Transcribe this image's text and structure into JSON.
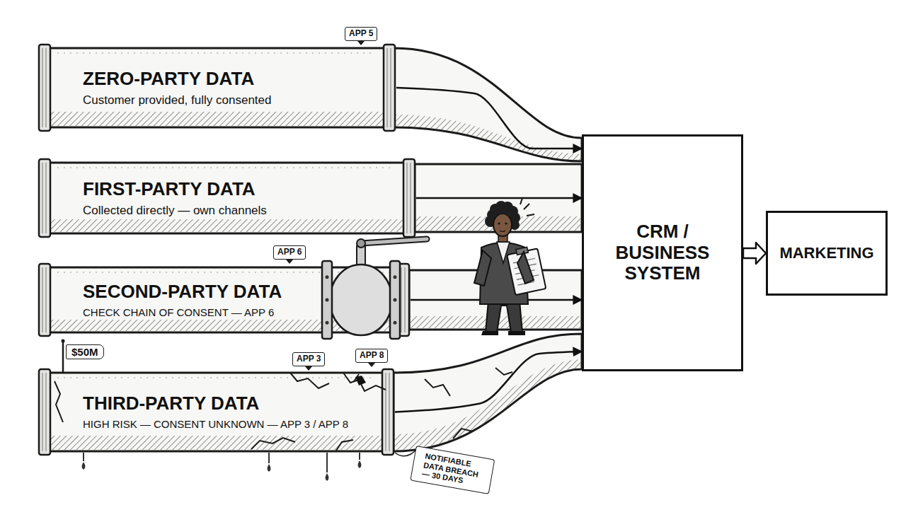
{
  "diagram": {
    "nodes": [
      {
        "text": [
          "ZERO-PARTY DATA",
          "Customer provided, fully consented"
        ]
      },
      {
        "text": [
          "FIRST-PARTY DATA",
          "Collected directly — own channels"
        ]
      },
      {
        "text": [
          "SECOND-PARTY DATA",
          "CHECK CHAIN OF CONSENT — APP 6"
        ]
      },
      {
        "text": [
          "THIRD-PARTY DATA",
          "HIGH RISK — CONSENT UNKNOWN — APP 3 / APP 8"
        ]
      },
      {
        "text": [
          "CRM / BUSINESS SYSTEM"
        ]
      },
      {
        "text": [
          "MARKETING"
        ]
      }
    ],
    "edges": [
      {
        "from": 0,
        "to": 4,
        "arrow": "to"
      },
      {
        "from": 1,
        "to": 4,
        "arrow": "to"
      },
      {
        "from": 2,
        "to": 4,
        "arrow": "to"
      },
      {
        "from": 3,
        "to": 4,
        "arrow": "to"
      },
      {
        "from": 4,
        "to": 5,
        "arrow": "to"
      }
    ],
    "labels": [
      "APP 5",
      "APP 6",
      "$50M",
      "APP 3",
      "APP 8",
      "NOTIFIABLE DATA BREACH — 30 DAYS"
    ]
  }
}
